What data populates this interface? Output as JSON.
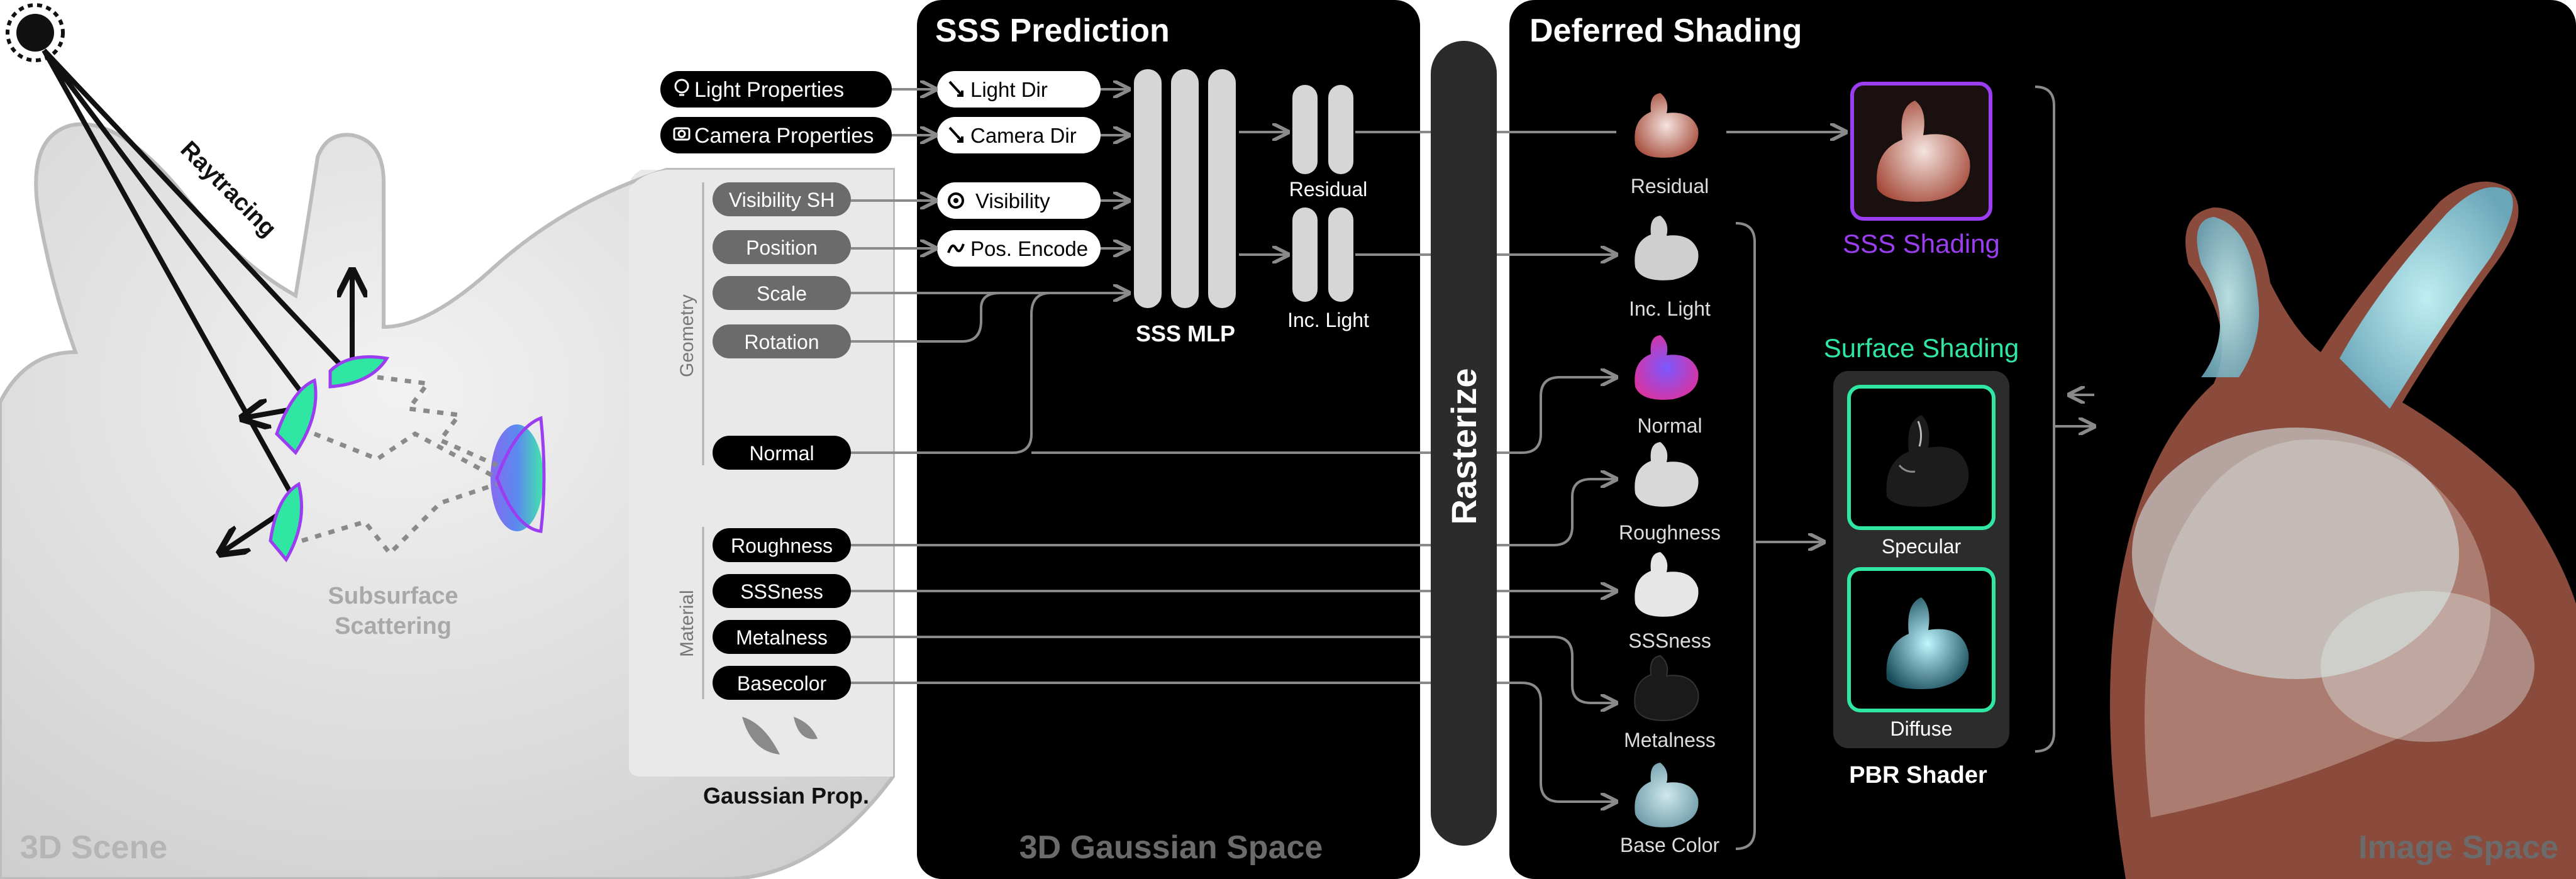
{
  "scene": {
    "label": "3D Scene",
    "raytracing_label": "Raytracing",
    "sss_label_line1": "Subsurface",
    "sss_label_line2": "Scattering"
  },
  "gaussian_prop": {
    "title": "Gaussian Prop.",
    "external_inputs": [
      "Light Properties",
      "Camera Properties"
    ],
    "geometry_group_label": "Geometry",
    "geometry": [
      "Visibility SH",
      "Position",
      "Scale",
      "Rotation",
      "Normal"
    ],
    "material_group_label": "Material",
    "material": [
      "Roughness",
      "SSSness",
      "Metalness",
      "Basecolor"
    ]
  },
  "sss_prediction": {
    "title": "SSS Prediction",
    "space_label": "3D Gaussian Space",
    "encoders": [
      "Light Dir",
      "Camera Dir",
      "Visibility",
      "Pos. Encode"
    ],
    "mlp_label": "SSS MLP",
    "outputs": [
      "Residual",
      "Inc. Light"
    ]
  },
  "rasterize": {
    "label": "Rasterize"
  },
  "deferred_shading": {
    "title": "Deferred Shading",
    "maps": [
      "Residual",
      "Inc. Light",
      "Normal",
      "Roughness",
      "SSSness",
      "Metalness",
      "Base Color"
    ],
    "sss_shading_label": "SSS Shading",
    "surface_shading_label": "Surface Shading",
    "pbr_components": [
      "Specular",
      "Diffuse"
    ],
    "pbr_shader_label": "PBR Shader"
  },
  "image_space": {
    "label": "Image Space"
  },
  "colors": {
    "accent_green": "#2fe6a3",
    "accent_purple": "#9b3df0",
    "panel_dark": "#000000",
    "pill_gray": "#6b6b6b"
  },
  "icons": [
    "lightbulb-icon",
    "camera-icon",
    "arrow-down-right-icon",
    "gear-icon",
    "wave-icon",
    "light-source-icon"
  ]
}
